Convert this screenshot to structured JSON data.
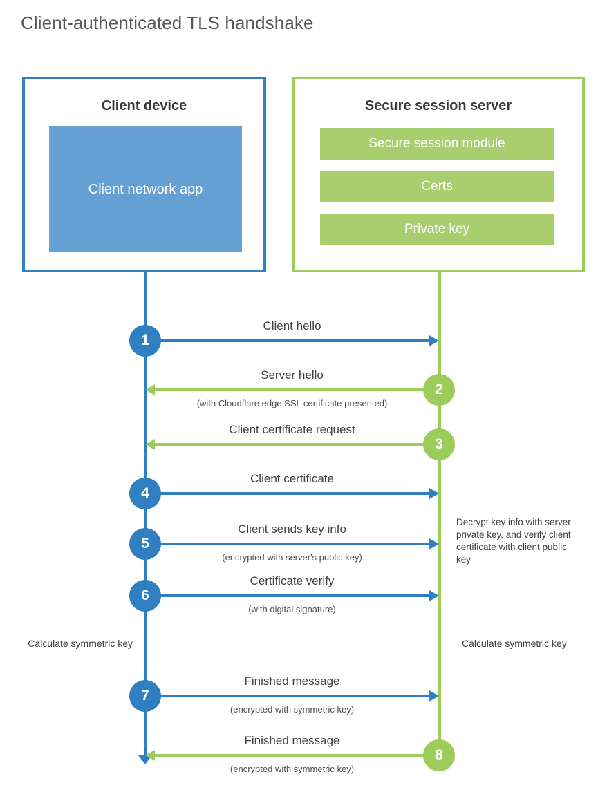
{
  "title": "Client-authenticated TLS handshake",
  "colors": {
    "client_blue": "#2f7fc1",
    "client_app_blue": "#64a0d4",
    "server_green": "#9ccc5a",
    "server_bar_green": "#a8ce6d",
    "text": "#404041"
  },
  "actors": {
    "client": {
      "title": "Client device",
      "app_label": "Client network app"
    },
    "server": {
      "title": "Secure session server",
      "components": [
        "Secure session module",
        "Certs",
        "Private key"
      ]
    }
  },
  "steps": [
    {
      "number": "1",
      "label": "Client hello",
      "sublabel": "",
      "direction": "to-server",
      "side": "client"
    },
    {
      "number": "2",
      "label": "Server hello",
      "sublabel": "(with Cloudflare edge SSL certificate presented)",
      "direction": "to-client",
      "side": "server"
    },
    {
      "number": "3",
      "label": "Client certificate request",
      "sublabel": "",
      "direction": "to-client",
      "side": "server"
    },
    {
      "number": "4",
      "label": "Client certificate",
      "sublabel": "",
      "direction": "to-server",
      "side": "client"
    },
    {
      "number": "5",
      "label": "Client sends key info",
      "sublabel": "(encrypted with server's public key)",
      "direction": "to-server",
      "side": "client"
    },
    {
      "number": "6",
      "label": "Certificate verify",
      "sublabel": "(with digital signature)",
      "direction": "to-server",
      "side": "client"
    },
    {
      "number": "7",
      "label": "Finished message",
      "sublabel": "(encrypted with symmetric key)",
      "direction": "to-server",
      "side": "client"
    },
    {
      "number": "8",
      "label": "Finished message",
      "sublabel": "(encrypted with symmetric key)",
      "direction": "to-client",
      "side": "server"
    }
  ],
  "notes": {
    "server_decrypt": "Decrypt key info with server private key, and verify client certificate with client public key",
    "calculate_left": "Calculate symmetric key",
    "calculate_right": "Calculate symmetric key"
  }
}
